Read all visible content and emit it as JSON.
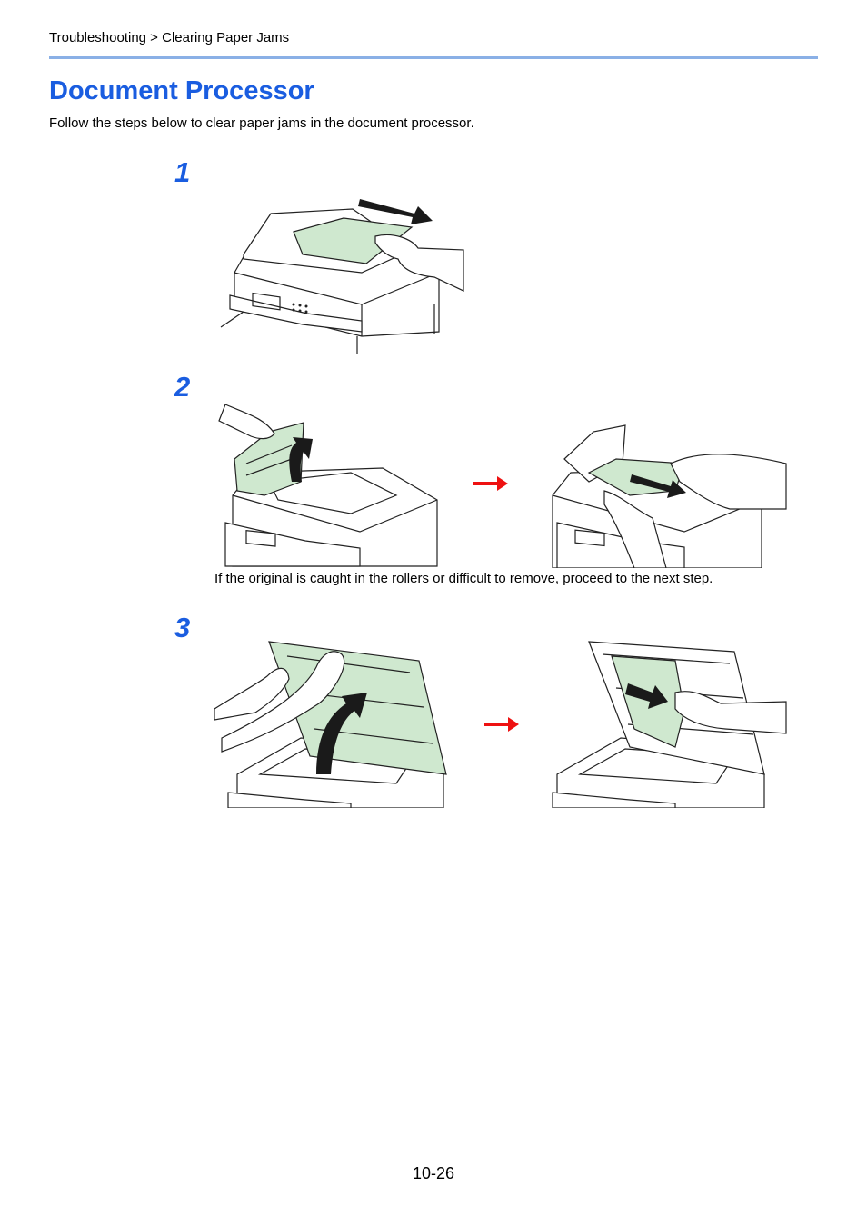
{
  "header": {
    "breadcrumb": "Troubleshooting > Clearing Paper Jams"
  },
  "section": {
    "title": "Document Processor",
    "intro": "Follow the steps below to clear paper jams in the document processor."
  },
  "steps": [
    {
      "number": "1"
    },
    {
      "number": "2",
      "note": "If the original is caught in the rollers or difficult to remove, proceed to the next step."
    },
    {
      "number": "3"
    }
  ],
  "colors": {
    "accent": "#1a5de0",
    "rule": "#8ab0e6",
    "paper": "#cfe8cf",
    "transition_arrow": "#ee1111"
  },
  "footer": {
    "page_number": "10-26"
  }
}
